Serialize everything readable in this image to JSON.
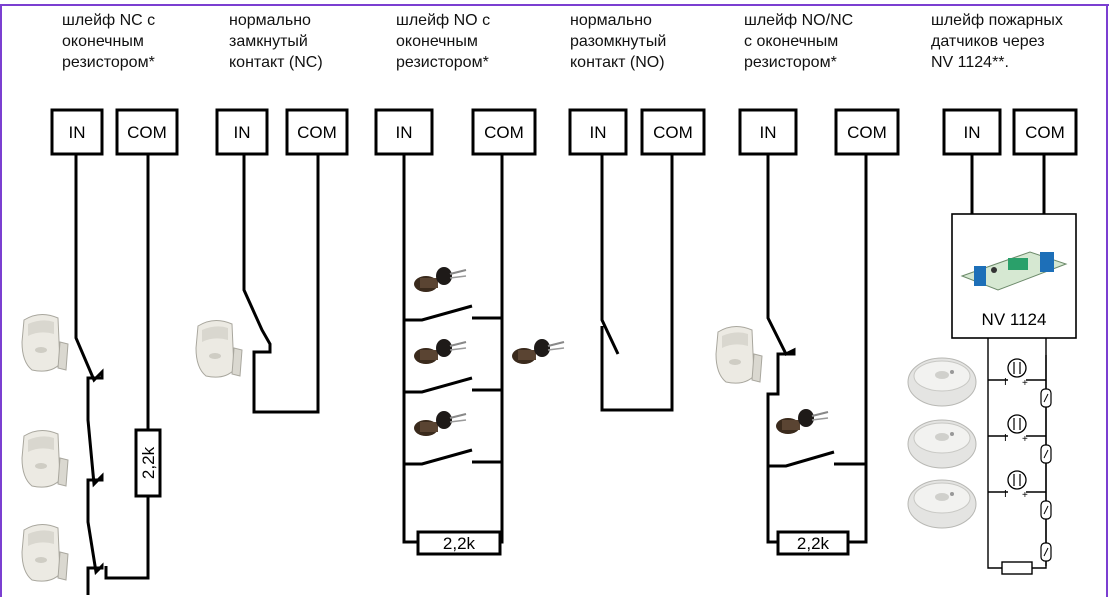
{
  "columns": [
    {
      "caption": "шлейф NC с\nоконечным\nрезистором*",
      "in_label": "IN",
      "com_label": "COM",
      "resistor_label": "2,2k"
    },
    {
      "caption": "нормально\nзамкнутый\nконтакт (NC)",
      "in_label": "IN",
      "com_label": "COM"
    },
    {
      "caption": "шлейф NO с\nоконечным\nрезистором*",
      "in_label": "IN",
      "com_label": "COM",
      "resistor_label": "2,2k"
    },
    {
      "caption": "нормально\nразомкнутый\nконтакт (NO)",
      "in_label": "IN",
      "com_label": "COM"
    },
    {
      "caption": "шлейф NO/NC\nс оконечным\nрезистором*",
      "in_label": "IN",
      "com_label": "COM",
      "resistor_label": "2,2k"
    },
    {
      "caption": "шлейф пожарных\nдатчиков через\nNV 1124**.",
      "in_label": "IN",
      "com_label": "COM",
      "module_label": "NV 1124"
    }
  ],
  "colors": {
    "border": "#7b3fd1",
    "line": "#000000"
  }
}
